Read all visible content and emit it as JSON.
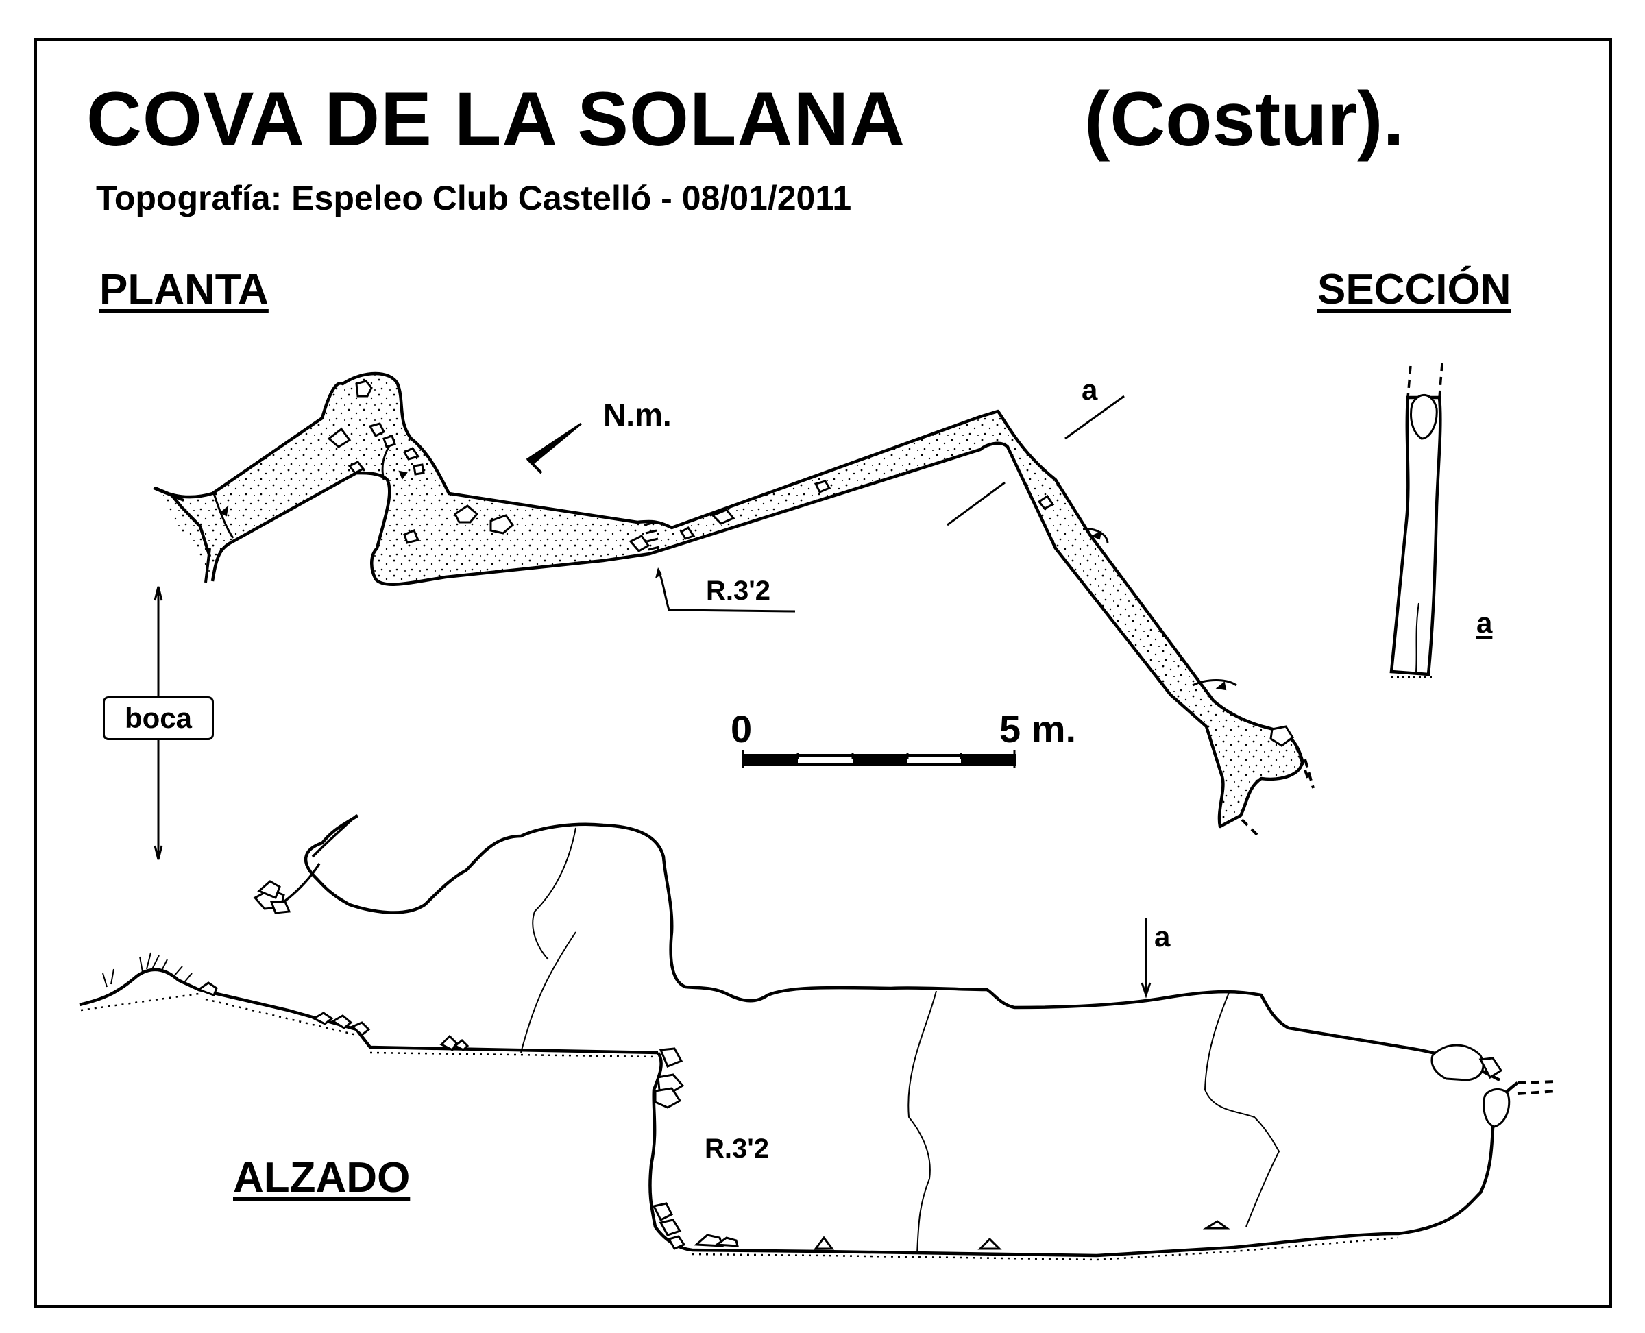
{
  "title": "COVA  DE  LA  SOLANA",
  "subtitle": "(Costur).",
  "credits": "Topografía:  Espeleo Club Castelló     -     08/01/2011",
  "labels": {
    "planta": "PLANTA",
    "seccion": "SECCIÓN",
    "alzado": "ALZADO",
    "north": "N.m.",
    "drop_plan": "R.3'2",
    "drop_elevation": "R.3'2",
    "section_mark_top": "a",
    "section_mark_section": "a",
    "section_mark_elevation": "a",
    "entrance": "boca"
  },
  "scale_bar": {
    "start_label": "0",
    "end_label": "5 m.",
    "length_m": 5
  },
  "colors": {
    "ink": "#000000",
    "paper": "#ffffff"
  }
}
